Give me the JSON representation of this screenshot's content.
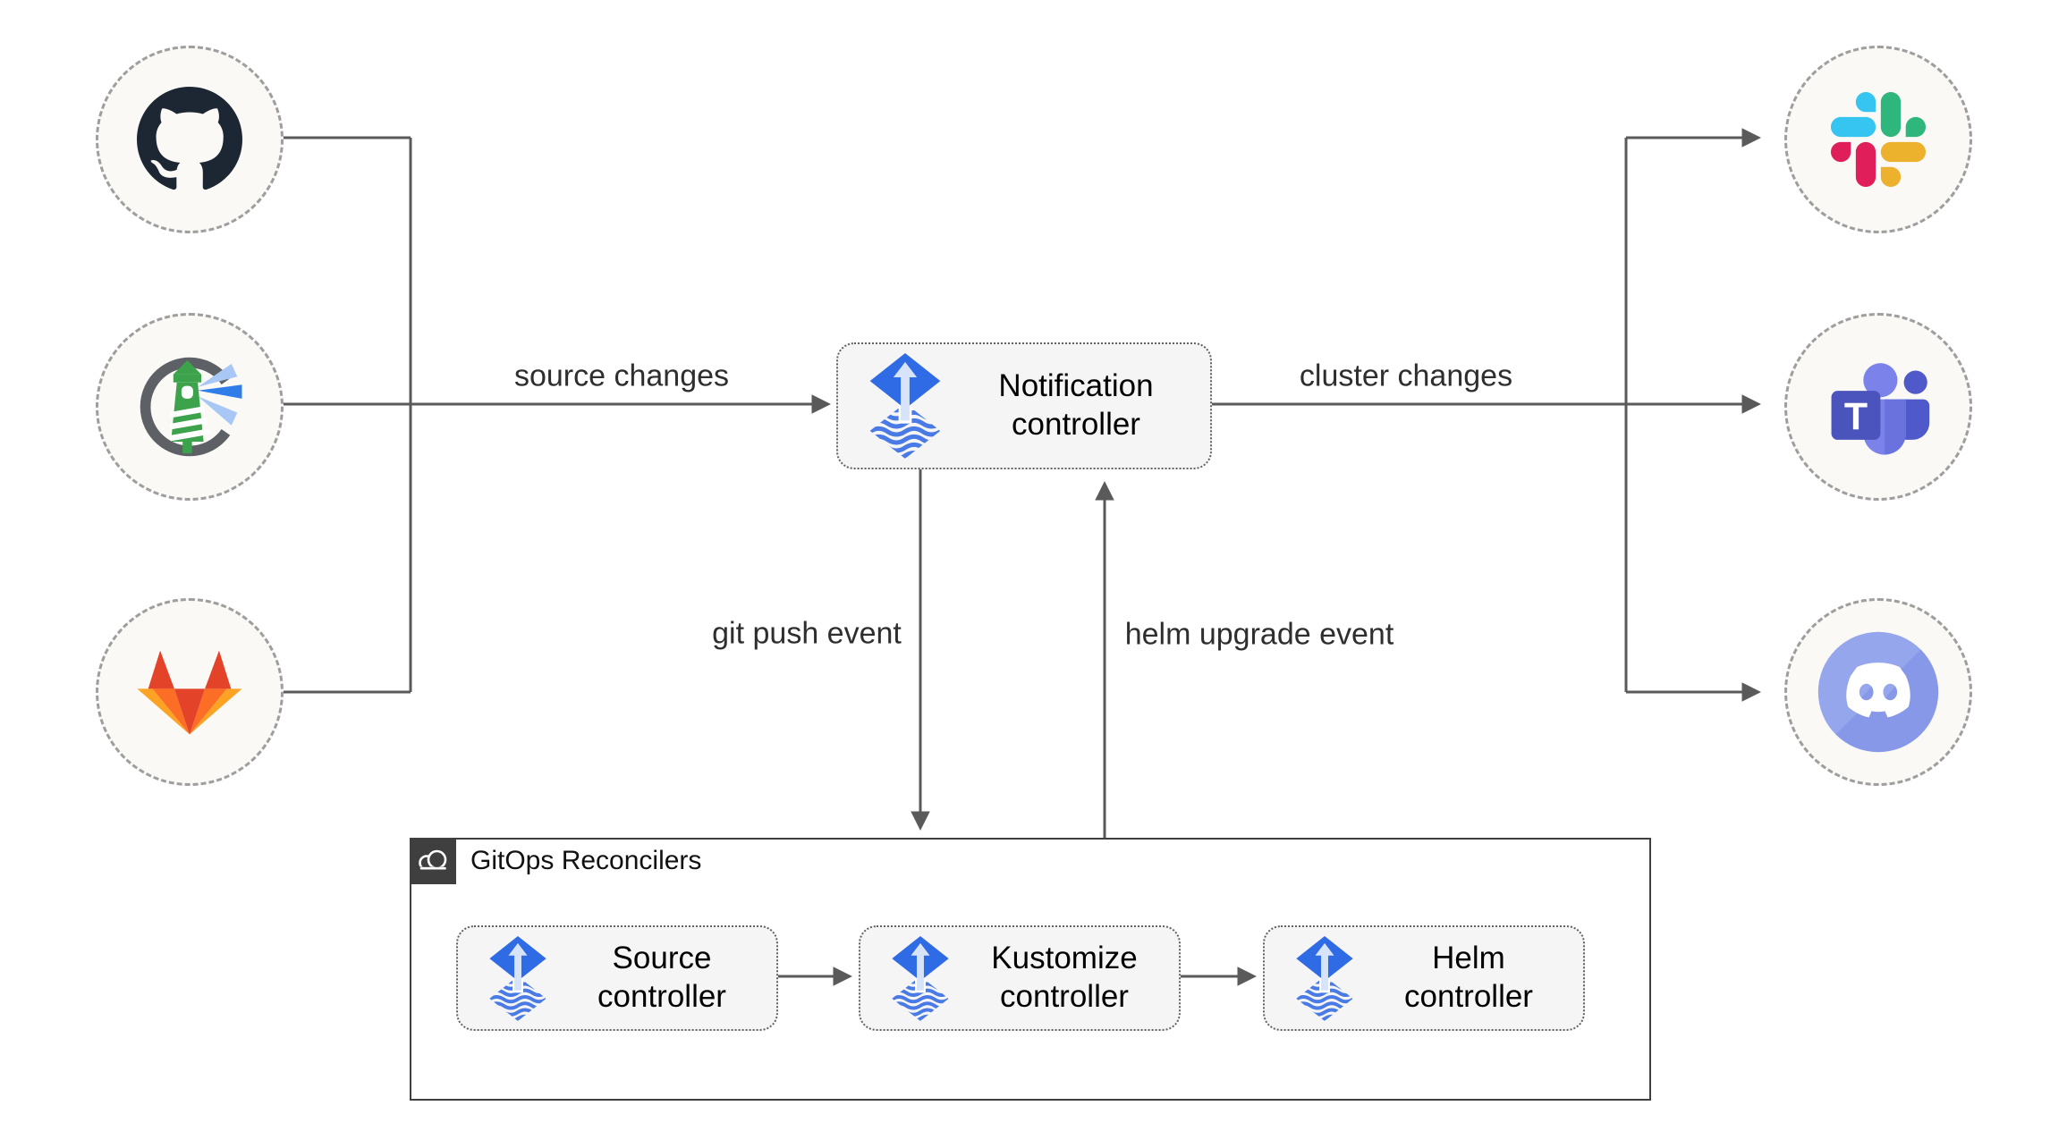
{
  "diagram": {
    "title_hint": "Flux notification flow diagram",
    "colors": {
      "line": "#5a5a5a",
      "node_fill": "#f5f5f5",
      "node_border": "#616161",
      "circle_fill": "#faf9f6",
      "circle_border": "#9e9e9e",
      "group_border": "#3f3f3f",
      "flux_blue": "#2f6be4",
      "flux_wave_blue": "#4a7ae5",
      "github_dark": "#1d2633",
      "gitlab_red": "#e24329",
      "gitlab_orange": "#fc6d26",
      "gitlab_yellow": "#fca326",
      "harbor_gray": "#5d6166",
      "harbor_green": "#3da24c",
      "harbor_beam_blue": "#2e7de9",
      "slack_blue": "#36c5f0",
      "slack_green": "#2eb67d",
      "slack_red": "#e01e5a",
      "slack_yellow": "#ecb22e",
      "teams_dark": "#4b53bc",
      "teams_mid": "#5059c9",
      "teams_light": "#7b83eb",
      "discord_blurple": "#8c9eea"
    },
    "source_nodes": [
      {
        "icon": "github-icon"
      },
      {
        "icon": "harbor-icon"
      },
      {
        "icon": "gitlab-icon"
      }
    ],
    "target_nodes": [
      {
        "icon": "slack-icon"
      },
      {
        "icon": "teams-icon"
      },
      {
        "icon": "discord-icon"
      }
    ],
    "notification": {
      "label": "Notification controller",
      "icon": "flux-icon"
    },
    "edges": {
      "source_changes": {
        "label": "source changes",
        "from": "sources",
        "to": "notification-controller"
      },
      "cluster_changes": {
        "label": "cluster changes",
        "from": "notification-controller",
        "to": "alert-targets"
      },
      "git_push": {
        "label": "git push event",
        "from": "notification-controller",
        "to": "gitops-reconcilers"
      },
      "helm_upgrade": {
        "label": "helm upgrade event",
        "from": "gitops-reconcilers",
        "to": "notification-controller"
      }
    },
    "group": {
      "title": "GitOps Reconcilers",
      "icon": "cloud-icon",
      "controllers": [
        {
          "label": "Source controller",
          "icon": "flux-icon"
        },
        {
          "label": "Kustomize controller",
          "icon": "flux-icon"
        },
        {
          "label": "Helm controller",
          "icon": "flux-icon"
        }
      ]
    }
  }
}
